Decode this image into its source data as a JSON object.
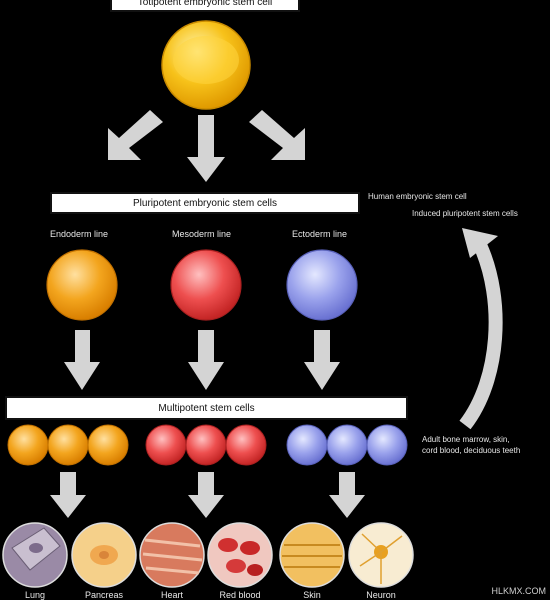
{
  "top_box": "Totipotent embryonic stem cell",
  "pluri_box": "Pluripotent embryonic stem cells",
  "multi_box": "Multipotent stem cells",
  "lines": {
    "endoderm": "Endoderm line",
    "mesoderm": "Mesoderm line",
    "ectoderm": "Ectoderm line"
  },
  "side_labels": {
    "human_esc": "Human embryonic stem cell",
    "ipsc": "Induced pluripotent stem cells",
    "adult_line1": "Adult bone marrow, skin,",
    "adult_line2": "cord blood, deciduous teeth"
  },
  "tissues": {
    "lung": "Lung",
    "pancreas": "Pancreas",
    "heart": "Heart",
    "red_blood": "Red blood",
    "skin": "Skin",
    "neuron": "Neuron"
  },
  "watermark": "HLKMX.COM",
  "colors": {
    "totipotent": "#f7c21a",
    "endoderm": "#f3a51e",
    "mesoderm": "#ee4f4f",
    "ectoderm": "#8e97e8",
    "arrow": "#d4d4d4"
  }
}
